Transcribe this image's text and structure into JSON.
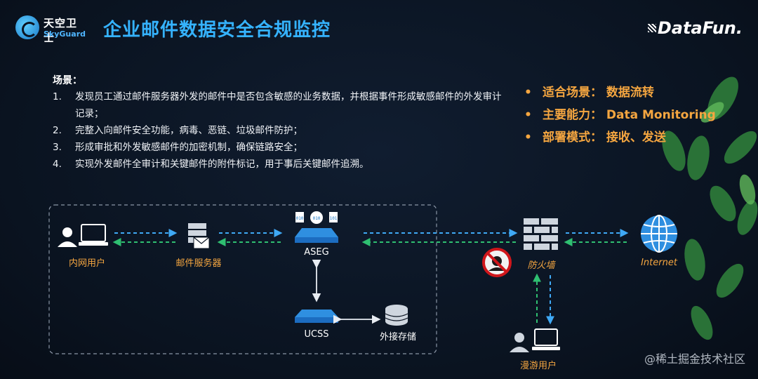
{
  "header": {
    "logo_cn": "天空卫士",
    "logo_en": "SkyGuard",
    "title": "企业邮件数据安全合规监控",
    "brand": "DataFun."
  },
  "scenario": {
    "heading": "场景：",
    "items": [
      {
        "num": "1.",
        "text": "发现员工通过邮件服务器外发的邮件中是否包含敏感的业务数据，并根据事件形成敏感邮件的外发审计记录；"
      },
      {
        "num": "2.",
        "text": "完整入向邮件安全功能，病毒、恶链、垃圾邮件防护；"
      },
      {
        "num": "3.",
        "text": "形成审批和外发敏感邮件的加密机制，确保链路安全；"
      },
      {
        "num": "4.",
        "text": "实现外发邮件全审计和关键邮件的附件标记，用于事后关键邮件追溯。"
      }
    ]
  },
  "features": [
    "适合场景： 数据流转",
    "主要能力： Data Monitoring",
    "部署模式： 接收、发送"
  ],
  "diagram": {
    "internal_user": "内网用户",
    "mail_server": "邮件服务器",
    "aseg": "ASEG",
    "ucss": "UCSS",
    "external_storage": "外接存储",
    "firewall": "防火墙",
    "internet": "Internet",
    "roaming_user": "漫游用户"
  },
  "watermark": "@稀土掘金技术社区",
  "colors": {
    "title": "#35b3ff",
    "accent_orange": "#f5a640",
    "arrow_blue": "#3fa9f5",
    "arrow_green": "#2fbf71"
  }
}
